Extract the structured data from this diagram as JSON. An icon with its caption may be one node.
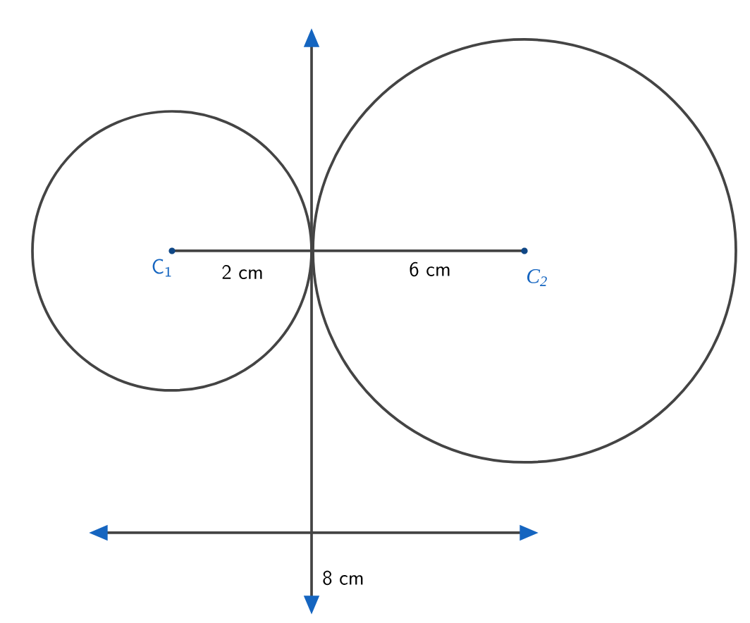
{
  "diagram": {
    "labels": [
      "C$_{1}$",
      "2 cm",
      "6 cm",
      "C$_{2}$",
      "8 cm"
    ]
  }
}
